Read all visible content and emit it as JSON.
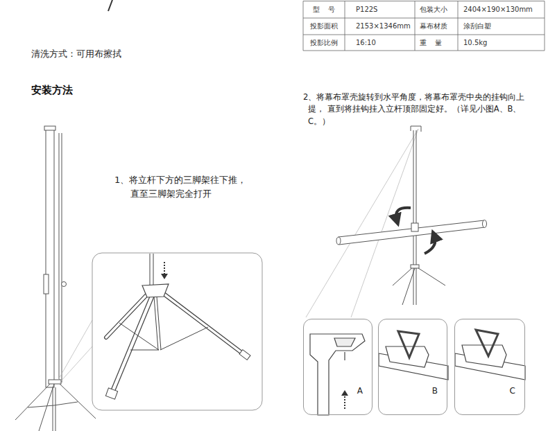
{
  "diagram": {
    "title": "安装方法",
    "nodes": [
      {
        "text": [
          "A"
        ]
      },
      {
        "text": [
          "B"
        ]
      },
      {
        "text": [
          "C"
        ]
      }
    ],
    "labels": [
      "清洗方式：可用布擦拭",
      "型 号",
      "P122S",
      "包装大小",
      "2404×190×130mm",
      "投影面积",
      "2153×1346mm",
      "幕布材质",
      "涂刮白塑",
      "投影比例",
      "16:10",
      "重 量",
      "10.5kg",
      "1、将立杆下方的三脚架往下推， 直至三脚架完全打开",
      "2、将幕布罩壳旋转到水平角度，将幕布罩壳中央的挂钩向上提， 直到将挂钩挂入立杆顶部固定好。（详见小图A、B、C。）"
    ]
  }
}
